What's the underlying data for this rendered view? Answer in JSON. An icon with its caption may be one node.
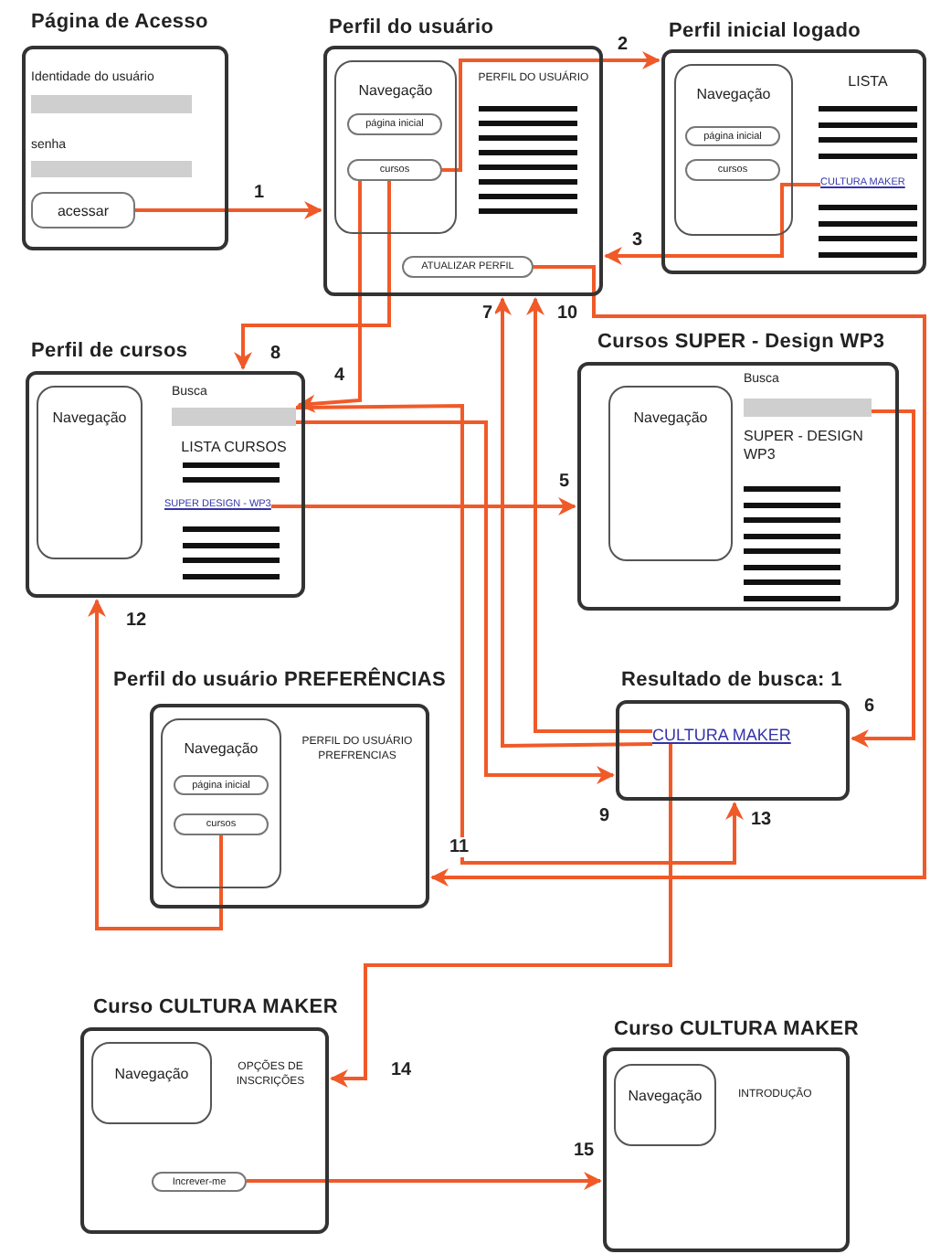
{
  "diagram": {
    "nodes": [
      {
        "text": [
          "Página de Acesso",
          "Identidade do usuário",
          "senha"
        ]
      },
      {
        "text": [
          "acessar"
        ],
        "in": 0
      },
      {
        "text": [
          "Perfil do usuário",
          "PERFIL DO USUÁRIO"
        ]
      },
      {
        "text": [
          "Navegação"
        ],
        "in": 2
      },
      {
        "text": [
          "página inicial"
        ],
        "in": 3
      },
      {
        "text": [
          "cursos"
        ],
        "in": 3
      },
      {
        "text": [
          "ATUALIZAR PERFIL"
        ],
        "in": 2
      },
      {
        "text": [
          "Perfil inicial logado",
          "LISTA"
        ]
      },
      {
        "text": [
          "Navegação"
        ],
        "in": 7
      },
      {
        "text": [
          "página inicial"
        ],
        "in": 8
      },
      {
        "text": [
          "cursos"
        ],
        "in": 8
      },
      {
        "text": [
          "CULTURA MAKER"
        ],
        "in": 7
      },
      {
        "text": [
          "Perfil de cursos",
          "LISTA CURSOS"
        ]
      },
      {
        "text": [
          "Navegação"
        ],
        "in": 12
      },
      {
        "text": [
          "Busca"
        ],
        "in": 12
      },
      {
        "text": [
          "SUPER DESIGN - WP3"
        ],
        "in": 12
      },
      {
        "text": [
          "Cursos SUPER - Design WP3",
          "SUPER - DESIGN WP3"
        ]
      },
      {
        "text": [
          "Navegação"
        ],
        "in": 16
      },
      {
        "text": [
          "Busca"
        ],
        "in": 16
      },
      {
        "text": [
          "Perfil do usuário PREFERÊNCIAS",
          "PERFIL DO USUÁRIO PREFRENCIAS"
        ]
      },
      {
        "text": [
          "Navegação"
        ],
        "in": 19
      },
      {
        "text": [
          "página inicial"
        ],
        "in": 20
      },
      {
        "text": [
          "cursos"
        ],
        "in": 20
      },
      {
        "text": [
          "Resultado de busca: 1"
        ]
      },
      {
        "text": [
          "CULTURA MAKER"
        ],
        "in": 23
      },
      {
        "text": [
          "Curso CULTURA MAKER",
          "OPÇÕES DE INSCRIÇÕES"
        ]
      },
      {
        "text": [
          "Navegação"
        ],
        "in": 25
      },
      {
        "text": [
          "Increver-me"
        ],
        "in": 25
      },
      {
        "text": [
          "Curso CULTURA MAKER",
          "INTRODUÇÃO"
        ]
      },
      {
        "text": [
          "Navegação"
        ],
        "in": 28
      }
    ],
    "edges": [
      {
        "from": 1,
        "to": 2,
        "arrow": "to",
        "label": "1"
      },
      {
        "from": 5,
        "to": 7,
        "arrow": "to",
        "label": "2"
      },
      {
        "from": 11,
        "to": 2,
        "arrow": "to",
        "label": "3"
      },
      {
        "from": 5,
        "to": 14,
        "arrow": "to",
        "label": "4"
      },
      {
        "from": 15,
        "to": 16,
        "arrow": "to",
        "label": "5"
      },
      {
        "from": 18,
        "to": 23,
        "arrow": "to",
        "label": "6"
      },
      {
        "from": 24,
        "to": 2,
        "arrow": "to",
        "label": "7"
      },
      {
        "from": 5,
        "to": 12,
        "arrow": "to",
        "label": "8"
      },
      {
        "from": 14,
        "to": 23,
        "arrow": "to",
        "label": "9"
      },
      {
        "from": 24,
        "to": 2,
        "arrow": "to",
        "label": "10"
      },
      {
        "from": 6,
        "to": 19,
        "arrow": "to",
        "label": "11"
      },
      {
        "from": 22,
        "to": 12,
        "arrow": "to",
        "label": "12"
      },
      {
        "from": 14,
        "to": 23,
        "arrow": "to",
        "label": "13"
      },
      {
        "from": 24,
        "to": 25,
        "arrow": "to",
        "label": "14"
      },
      {
        "from": 27,
        "to": 28,
        "arrow": "to",
        "label": "15"
      }
    ]
  }
}
